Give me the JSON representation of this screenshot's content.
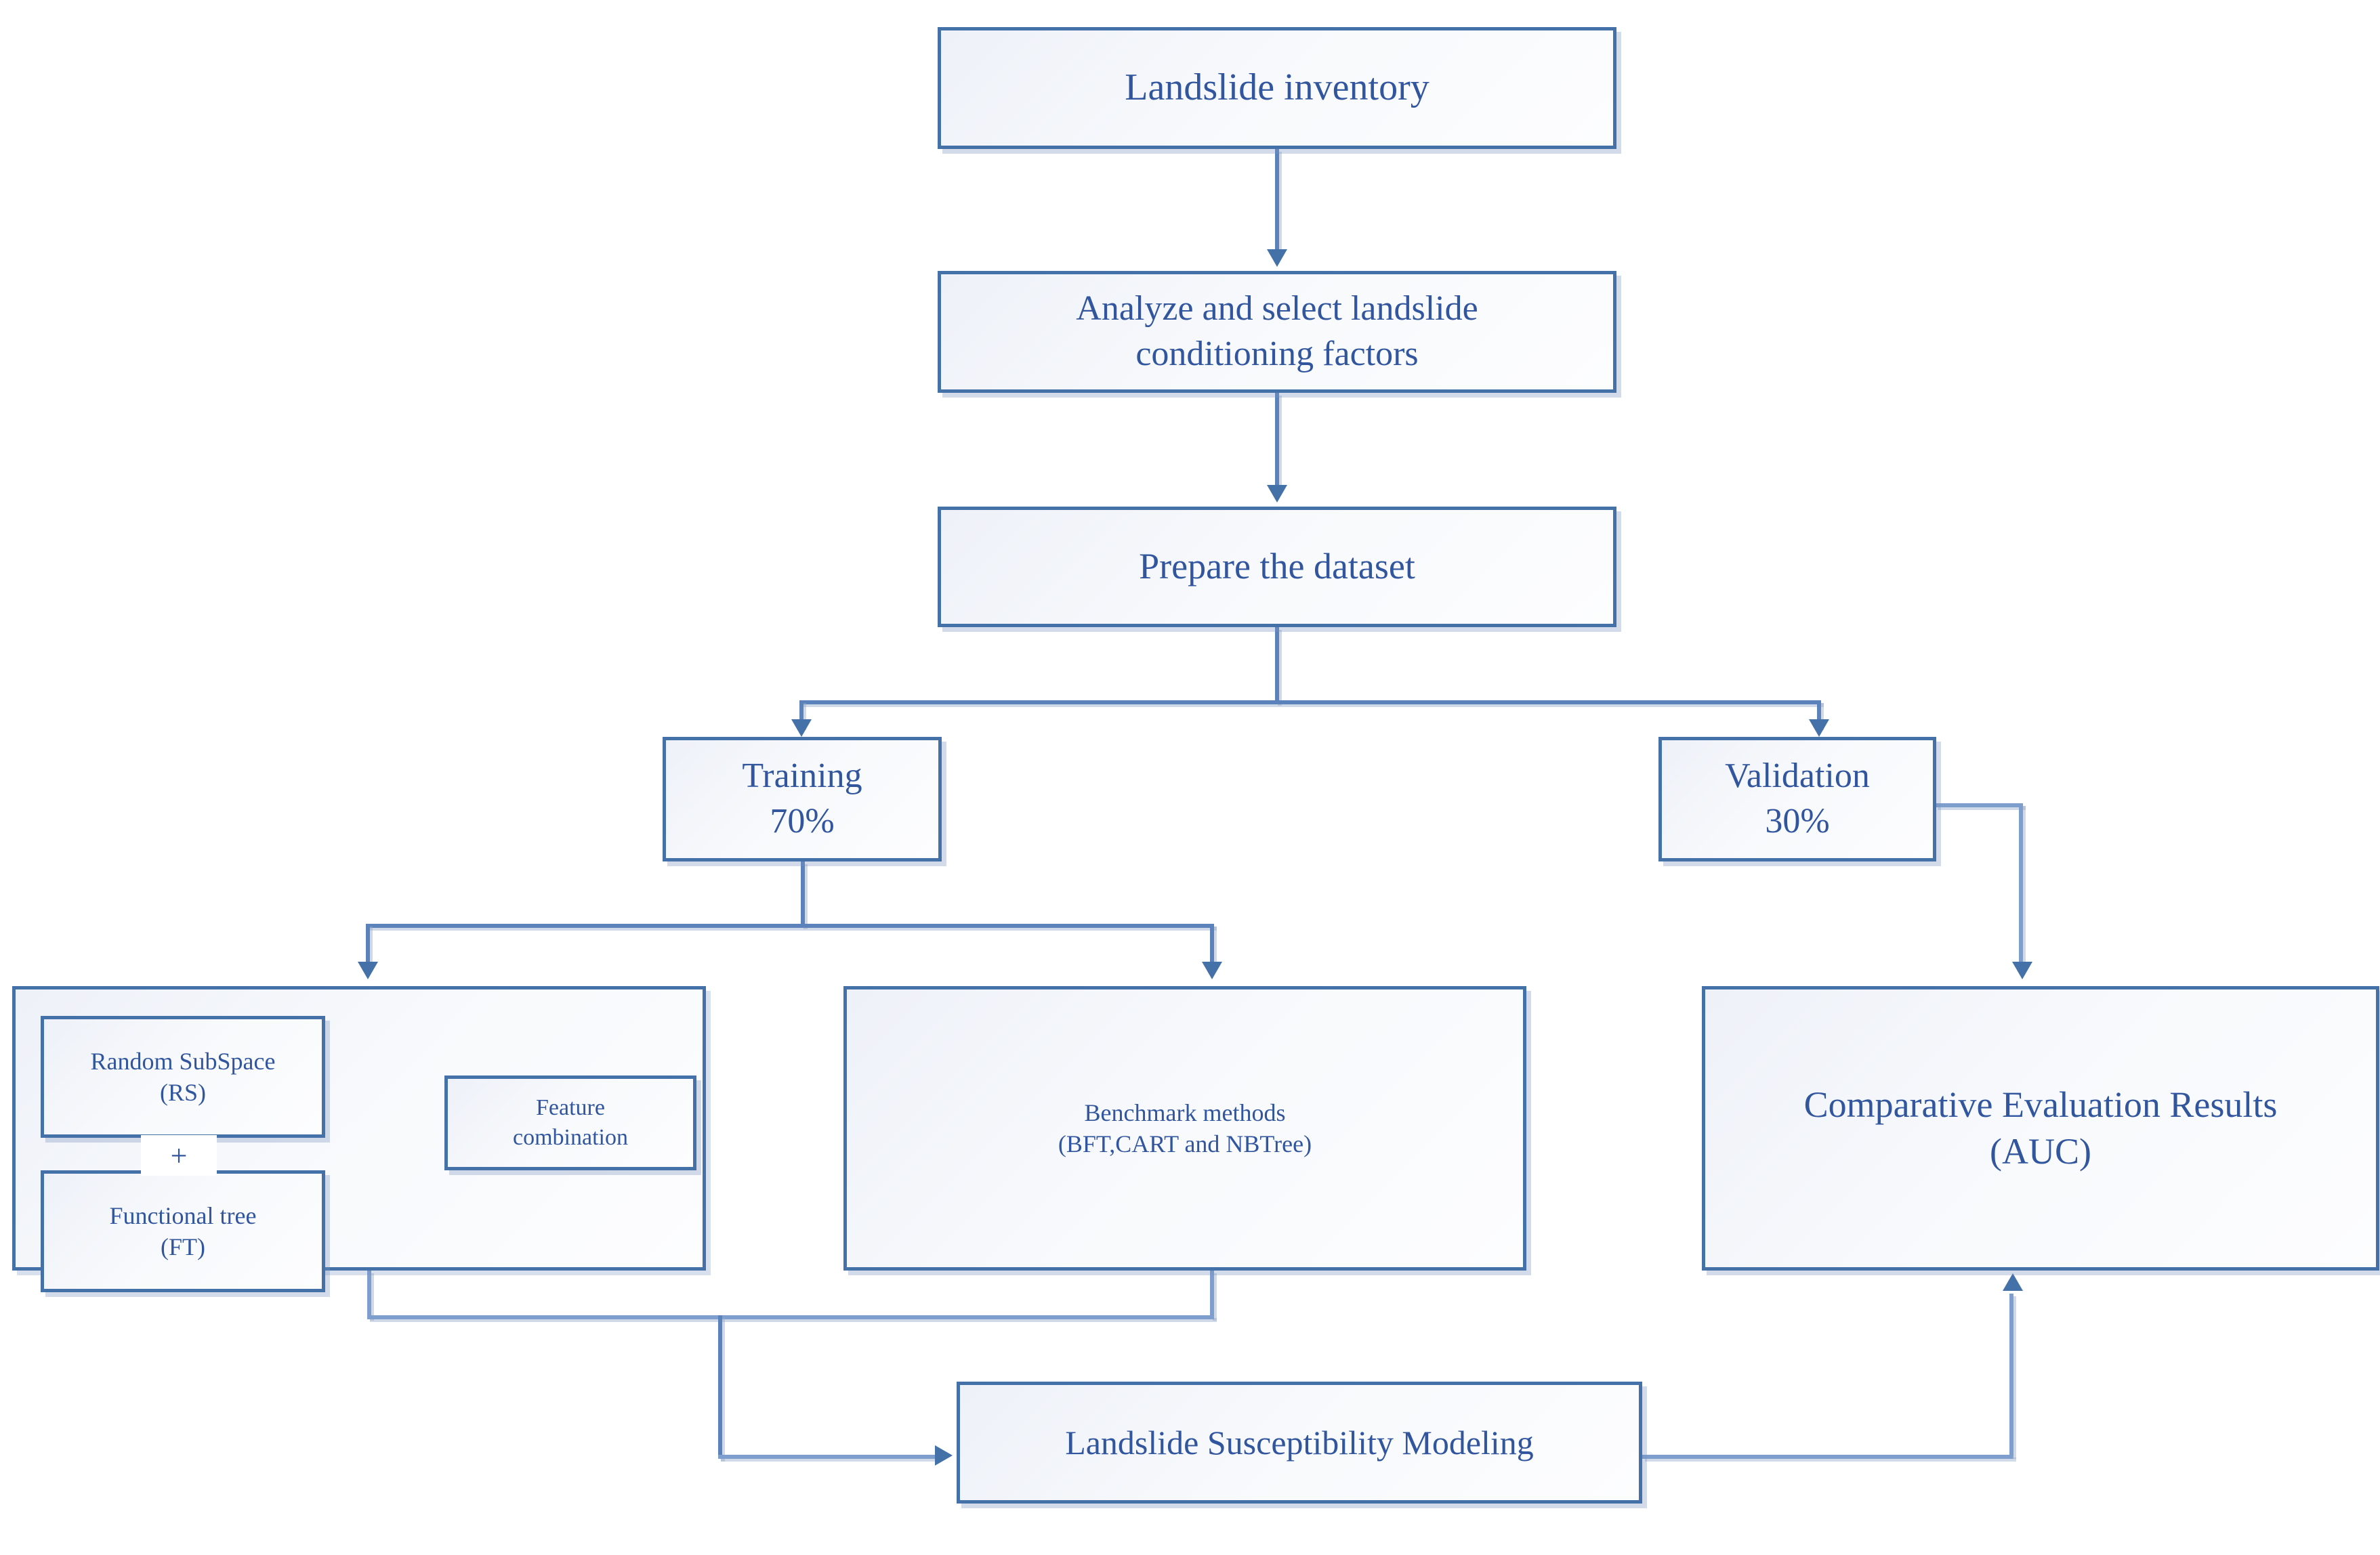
{
  "diagram": {
    "title": "Landslide susceptibility modeling methodology flowchart",
    "accent_color": "#4472a8",
    "text_color": "#31569e",
    "nodes": {
      "inventory": "Landslide inventory",
      "analyze": "Analyze and select landslide\nconditioning factors",
      "prepare": "Prepare the dataset",
      "training": "Training\n70%",
      "validation": "Validation\n30%",
      "random_subspace": "Random SubSpace\n(RS)",
      "plus": "+",
      "functional_tree": "Functional tree\n(FT)",
      "feature_combination": "Feature\ncombination",
      "benchmark": "Benchmark methods\n(BFT,CART and NBTree)",
      "auc": "Comparative Evaluation Results\n(AUC)",
      "modeling": "Landslide Susceptibility Modeling"
    }
  }
}
